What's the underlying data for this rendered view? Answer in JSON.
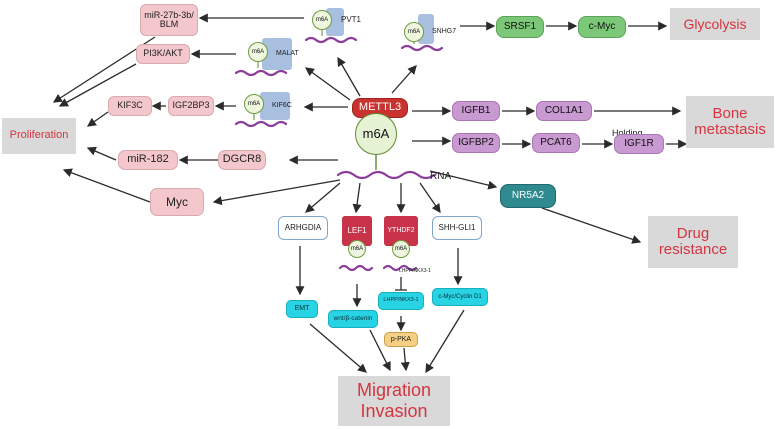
{
  "center": {
    "enzyme": "METTL3",
    "mark": "m6A",
    "rna_label": "RNA"
  },
  "pathways": {
    "pvt1": {
      "mark": "m6A",
      "gene": "PVT1",
      "target": "miR-27b-3b/\nBLM"
    },
    "malat": {
      "mark": "m6A",
      "gene": "MALAT",
      "target": "PI3K/AKT"
    },
    "kif6c": {
      "mark": "m6A",
      "gene": "KIF6C",
      "target1": "IGF2BP3",
      "target2": "KIF3C"
    },
    "dgcr8": {
      "gene": "DGCR8",
      "target": "miR-182"
    },
    "myc": {
      "gene": "Myc"
    },
    "snhg7": {
      "mark": "m6A",
      "gene": "SNHG7",
      "mid": "SRSF1",
      "target": "c-Myc"
    },
    "igfb1": {
      "gene": "IGFB1",
      "target": "COL1A1"
    },
    "igfbp2": {
      "gene": "IGFBP2",
      "mid": "PCAT6",
      "holding": "Holding",
      "target": "IGF1R"
    },
    "nr5a2": {
      "gene": "NR5A2"
    },
    "arhgdia": {
      "gene": "ARHGDIA",
      "target": "EMT"
    },
    "lef1": {
      "gene": "LEF1",
      "mark": "m6A",
      "target": "wnt/β-catenin"
    },
    "ythdf2": {
      "gene": "YTHDF2",
      "mark": "m6A",
      "rna_label": "LHPP/NKX3-1",
      "target": "LHPP/NKX3-1",
      "down": "p-PKA"
    },
    "shh": {
      "gene": "SHH-GLI1",
      "target": "c-Myc/Cyclin D1"
    }
  },
  "outcomes": {
    "proliferation": "Proliferation",
    "glycolysis": "Glycolysis",
    "bone_metastasis": "Bone\nmetastasis",
    "drug_resistance": "Drug\nresistance",
    "migration_invasion": "Migration\nInvasion"
  },
  "colors": {
    "pink": "#f3c7cc",
    "green": "#7dc878",
    "purple": "#c89ad1",
    "cyan": "#28d3e3",
    "teal": "#2f8a90",
    "outcome_text": "#d6343f",
    "outcome_bg": "#d9d9d9",
    "rna": "#8a3d9a"
  }
}
